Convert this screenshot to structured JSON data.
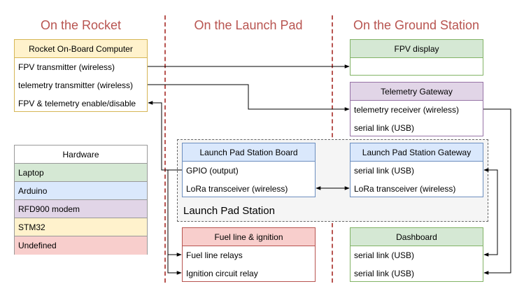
{
  "columns": {
    "rocket": "On the Rocket",
    "launch_pad": "On the Launch Pad",
    "ground": "On the Ground Station"
  },
  "rocket_computer": {
    "title": "Rocket On-Board Computer",
    "rows": [
      "FPV transmitter (wireless)",
      "telemetry transmitter (wireless)",
      "FPV & telemetry enable/disable"
    ]
  },
  "legend": {
    "title": "Hardware",
    "items": [
      "Laptop",
      "Arduino",
      "RFD900 modem",
      "STM32",
      "Undefined"
    ]
  },
  "launch_pad_group": {
    "label": "Launch Pad Station"
  },
  "launch_pad_board": {
    "title": "Launch Pad Station Board",
    "rows": [
      "GPIO (output)",
      "LoRa transceiver (wireless)"
    ]
  },
  "fuel_ignition": {
    "title": "Fuel line & ignition",
    "rows": [
      "Fuel line relays",
      "Ignition circuit relay"
    ]
  },
  "fpv_display": {
    "title": "FPV display",
    "rows": [
      ""
    ]
  },
  "telemetry_gateway": {
    "title": "Telemetry Gateway",
    "rows": [
      "telemetry receiver (wireless)",
      "serial link (USB)"
    ]
  },
  "launch_pad_gateway": {
    "title": "Launch Pad Station Gateway",
    "rows": [
      "serial link (USB)",
      "LoRa transceiver (wireless)"
    ]
  },
  "dashboard": {
    "title": "Dashboard",
    "rows": [
      "serial link (USB)",
      "serial link (USB)"
    ]
  },
  "colors": {
    "heading": "#b85450",
    "laptop": "#d5e8d4",
    "arduino": "#dae8fc",
    "rfd900": "#e1d5e7",
    "stm32": "#fff2cc",
    "undefined": "#f8cecc"
  }
}
